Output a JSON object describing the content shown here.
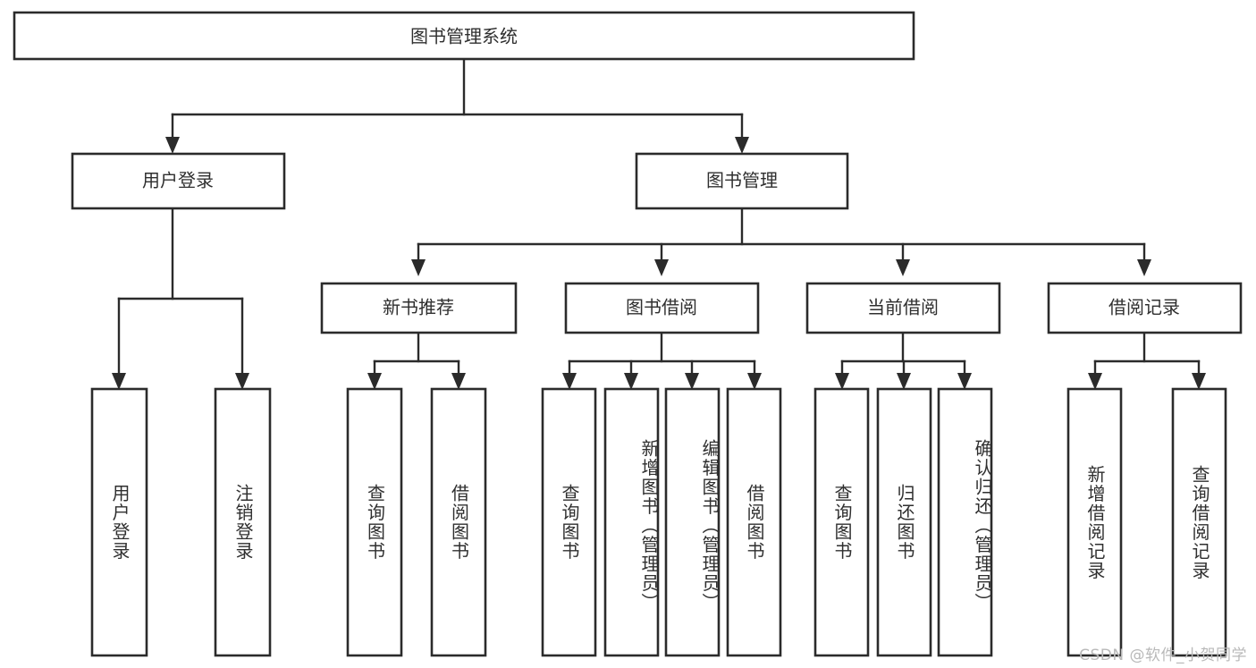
{
  "diagram": {
    "title": "图书管理系统",
    "watermark": "CSDN @软件_小贺同学",
    "colors": {
      "stroke": "#2b2b2b",
      "text": "#2f2f2f",
      "background": "#ffffff",
      "watermark": "#b9b9b9"
    },
    "root": {
      "label": "图书管理系统"
    },
    "level2": [
      {
        "label": "用户登录"
      },
      {
        "label": "图书管理"
      }
    ],
    "level3": [
      {
        "label": "新书推荐"
      },
      {
        "label": "图书借阅"
      },
      {
        "label": "当前借阅"
      },
      {
        "label": "借阅记录"
      }
    ],
    "leaves": {
      "user_login": [
        {
          "label": "用户登录"
        },
        {
          "label": "注销登录"
        }
      ],
      "new_book_recommend": [
        {
          "label": "查询图书"
        },
        {
          "label": "借阅图书"
        }
      ],
      "book_borrow": [
        {
          "label": "查询图书"
        },
        {
          "label": "新增图书（管理员）"
        },
        {
          "label": "编辑图书（管理员）"
        },
        {
          "label": "借阅图书"
        }
      ],
      "current_borrow": [
        {
          "label": "查询图书"
        },
        {
          "label": "归还图书"
        },
        {
          "label": "确认归还（管理员）"
        }
      ],
      "borrow_record": [
        {
          "label": "新增借阅记录"
        },
        {
          "label": "查询借阅记录"
        }
      ]
    }
  }
}
